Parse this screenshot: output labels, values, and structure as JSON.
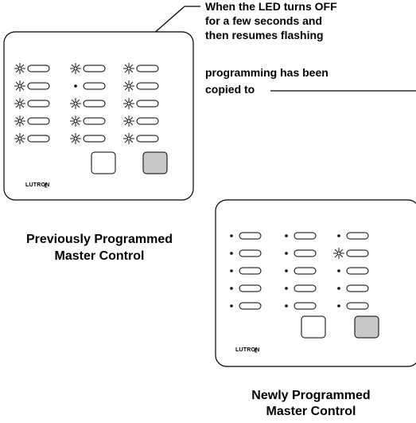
{
  "callout_top": {
    "lines": [
      "When the LED turns OFF",
      "for a few seconds and",
      "then resumes flashing"
    ]
  },
  "callout_middle": {
    "lines": [
      "programming has been",
      "copied to"
    ]
  },
  "panels": [
    {
      "logo": "LUTRON",
      "caption": [
        "Previously Programmed",
        "Master Control"
      ],
      "led_states": [
        [
          "flashing",
          "flashing",
          "flashing"
        ],
        [
          "flashing",
          "off",
          "flashing"
        ],
        [
          "flashing",
          "flashing",
          "flashing"
        ],
        [
          "flashing",
          "flashing",
          "flashing"
        ],
        [
          "flashing",
          "flashing",
          "flashing"
        ]
      ],
      "bottom_buttons": [
        "white",
        "gray"
      ]
    },
    {
      "logo": "LUTRON",
      "caption": [
        "Newly Programmed",
        "Master Control"
      ],
      "led_states": [
        [
          "off",
          "off",
          "off"
        ],
        [
          "off",
          "off",
          "flashing"
        ],
        [
          "off",
          "off",
          "off"
        ],
        [
          "off",
          "off",
          "off"
        ],
        [
          "off",
          "off",
          "off"
        ]
      ],
      "bottom_buttons": [
        "white",
        "gray"
      ]
    }
  ],
  "colors": {
    "line": "#000000",
    "panel_fill": "#ffffff",
    "gray_button": "#c8c8c8"
  }
}
